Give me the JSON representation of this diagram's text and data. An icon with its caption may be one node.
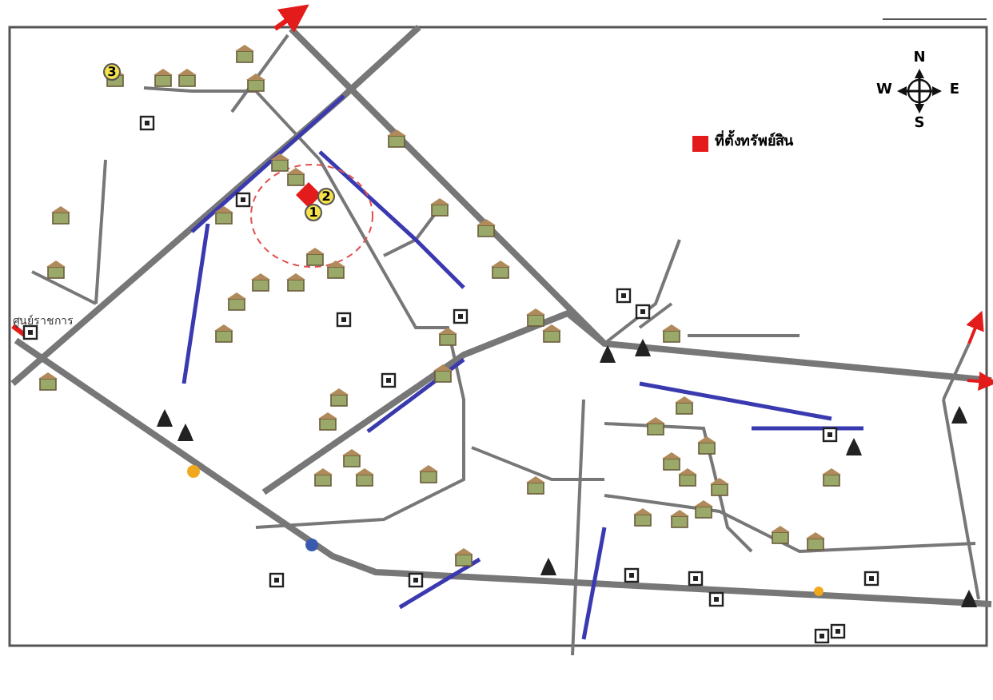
{
  "diagram": {
    "labels": [
      "3",
      "2",
      "1",
      "N",
      "W",
      "E",
      "S",
      "ศูนย์ราชการ"
    ],
    "legend": [
      {
        "text": "ที่ตั้งทรัพย์สิน",
        "color": "#e41b1b"
      }
    ]
  }
}
